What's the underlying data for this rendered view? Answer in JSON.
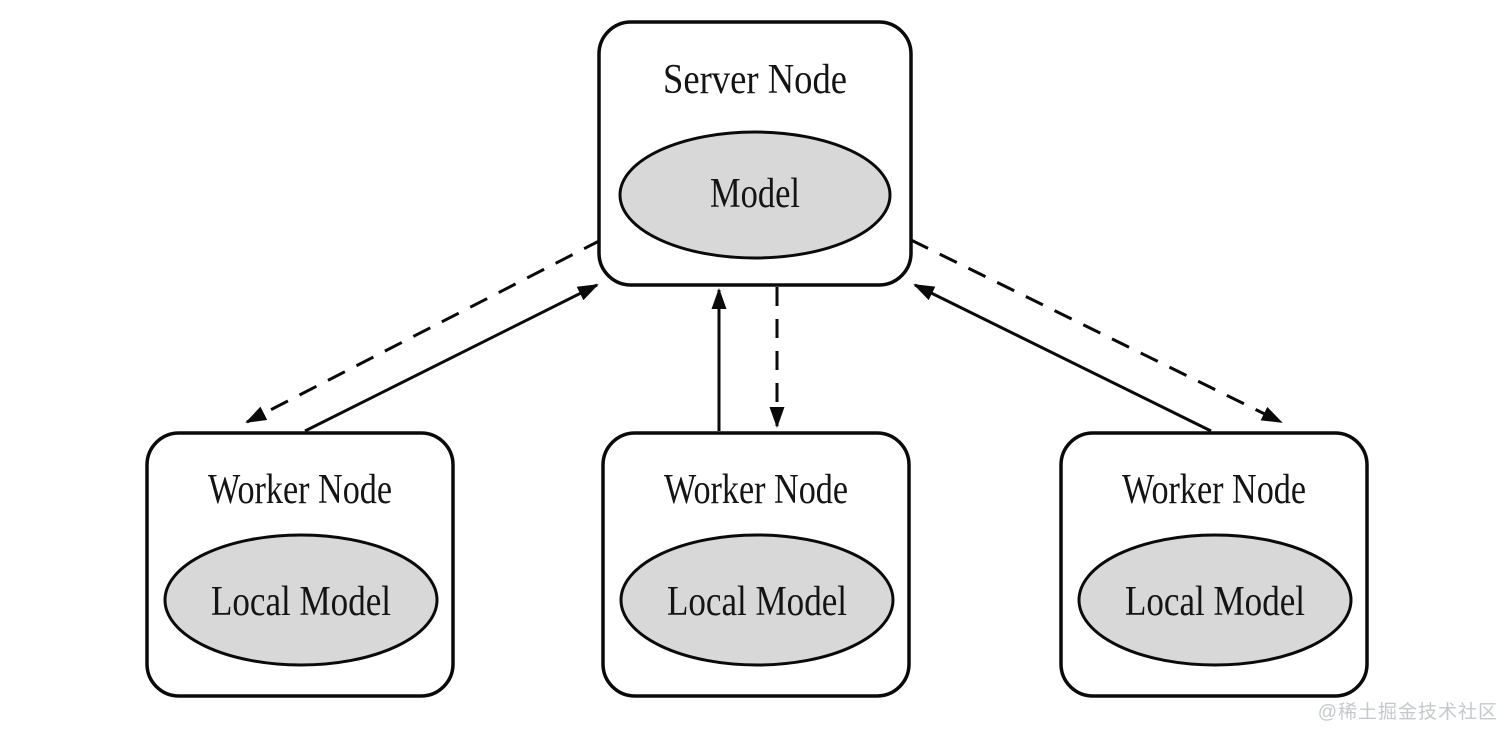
{
  "colors": {
    "background": "#ffffff",
    "node_fill": "#ffffff",
    "node_stroke": "#0a0a0a",
    "ellipse_fill": "#d8d8d8",
    "text_color": "#141414",
    "watermark_color": "#c5c8cc"
  },
  "server": {
    "title": "Server Node",
    "model_label": "Model"
  },
  "workers": [
    {
      "title": "Worker Node",
      "model_label": "Local Model"
    },
    {
      "title": "Worker Node",
      "model_label": "Local Model"
    },
    {
      "title": "Worker Node",
      "model_label": "Local Model"
    }
  ],
  "edges": [
    {
      "from": "server",
      "to": "worker-1",
      "style": "dashed"
    },
    {
      "from": "worker-1",
      "to": "server",
      "style": "solid"
    },
    {
      "from": "server",
      "to": "worker-2",
      "style": "dashed"
    },
    {
      "from": "worker-2",
      "to": "server",
      "style": "solid"
    },
    {
      "from": "server",
      "to": "worker-3",
      "style": "dashed"
    },
    {
      "from": "worker-3",
      "to": "server",
      "style": "solid"
    }
  ],
  "watermark": "@稀土掘金技术社区"
}
